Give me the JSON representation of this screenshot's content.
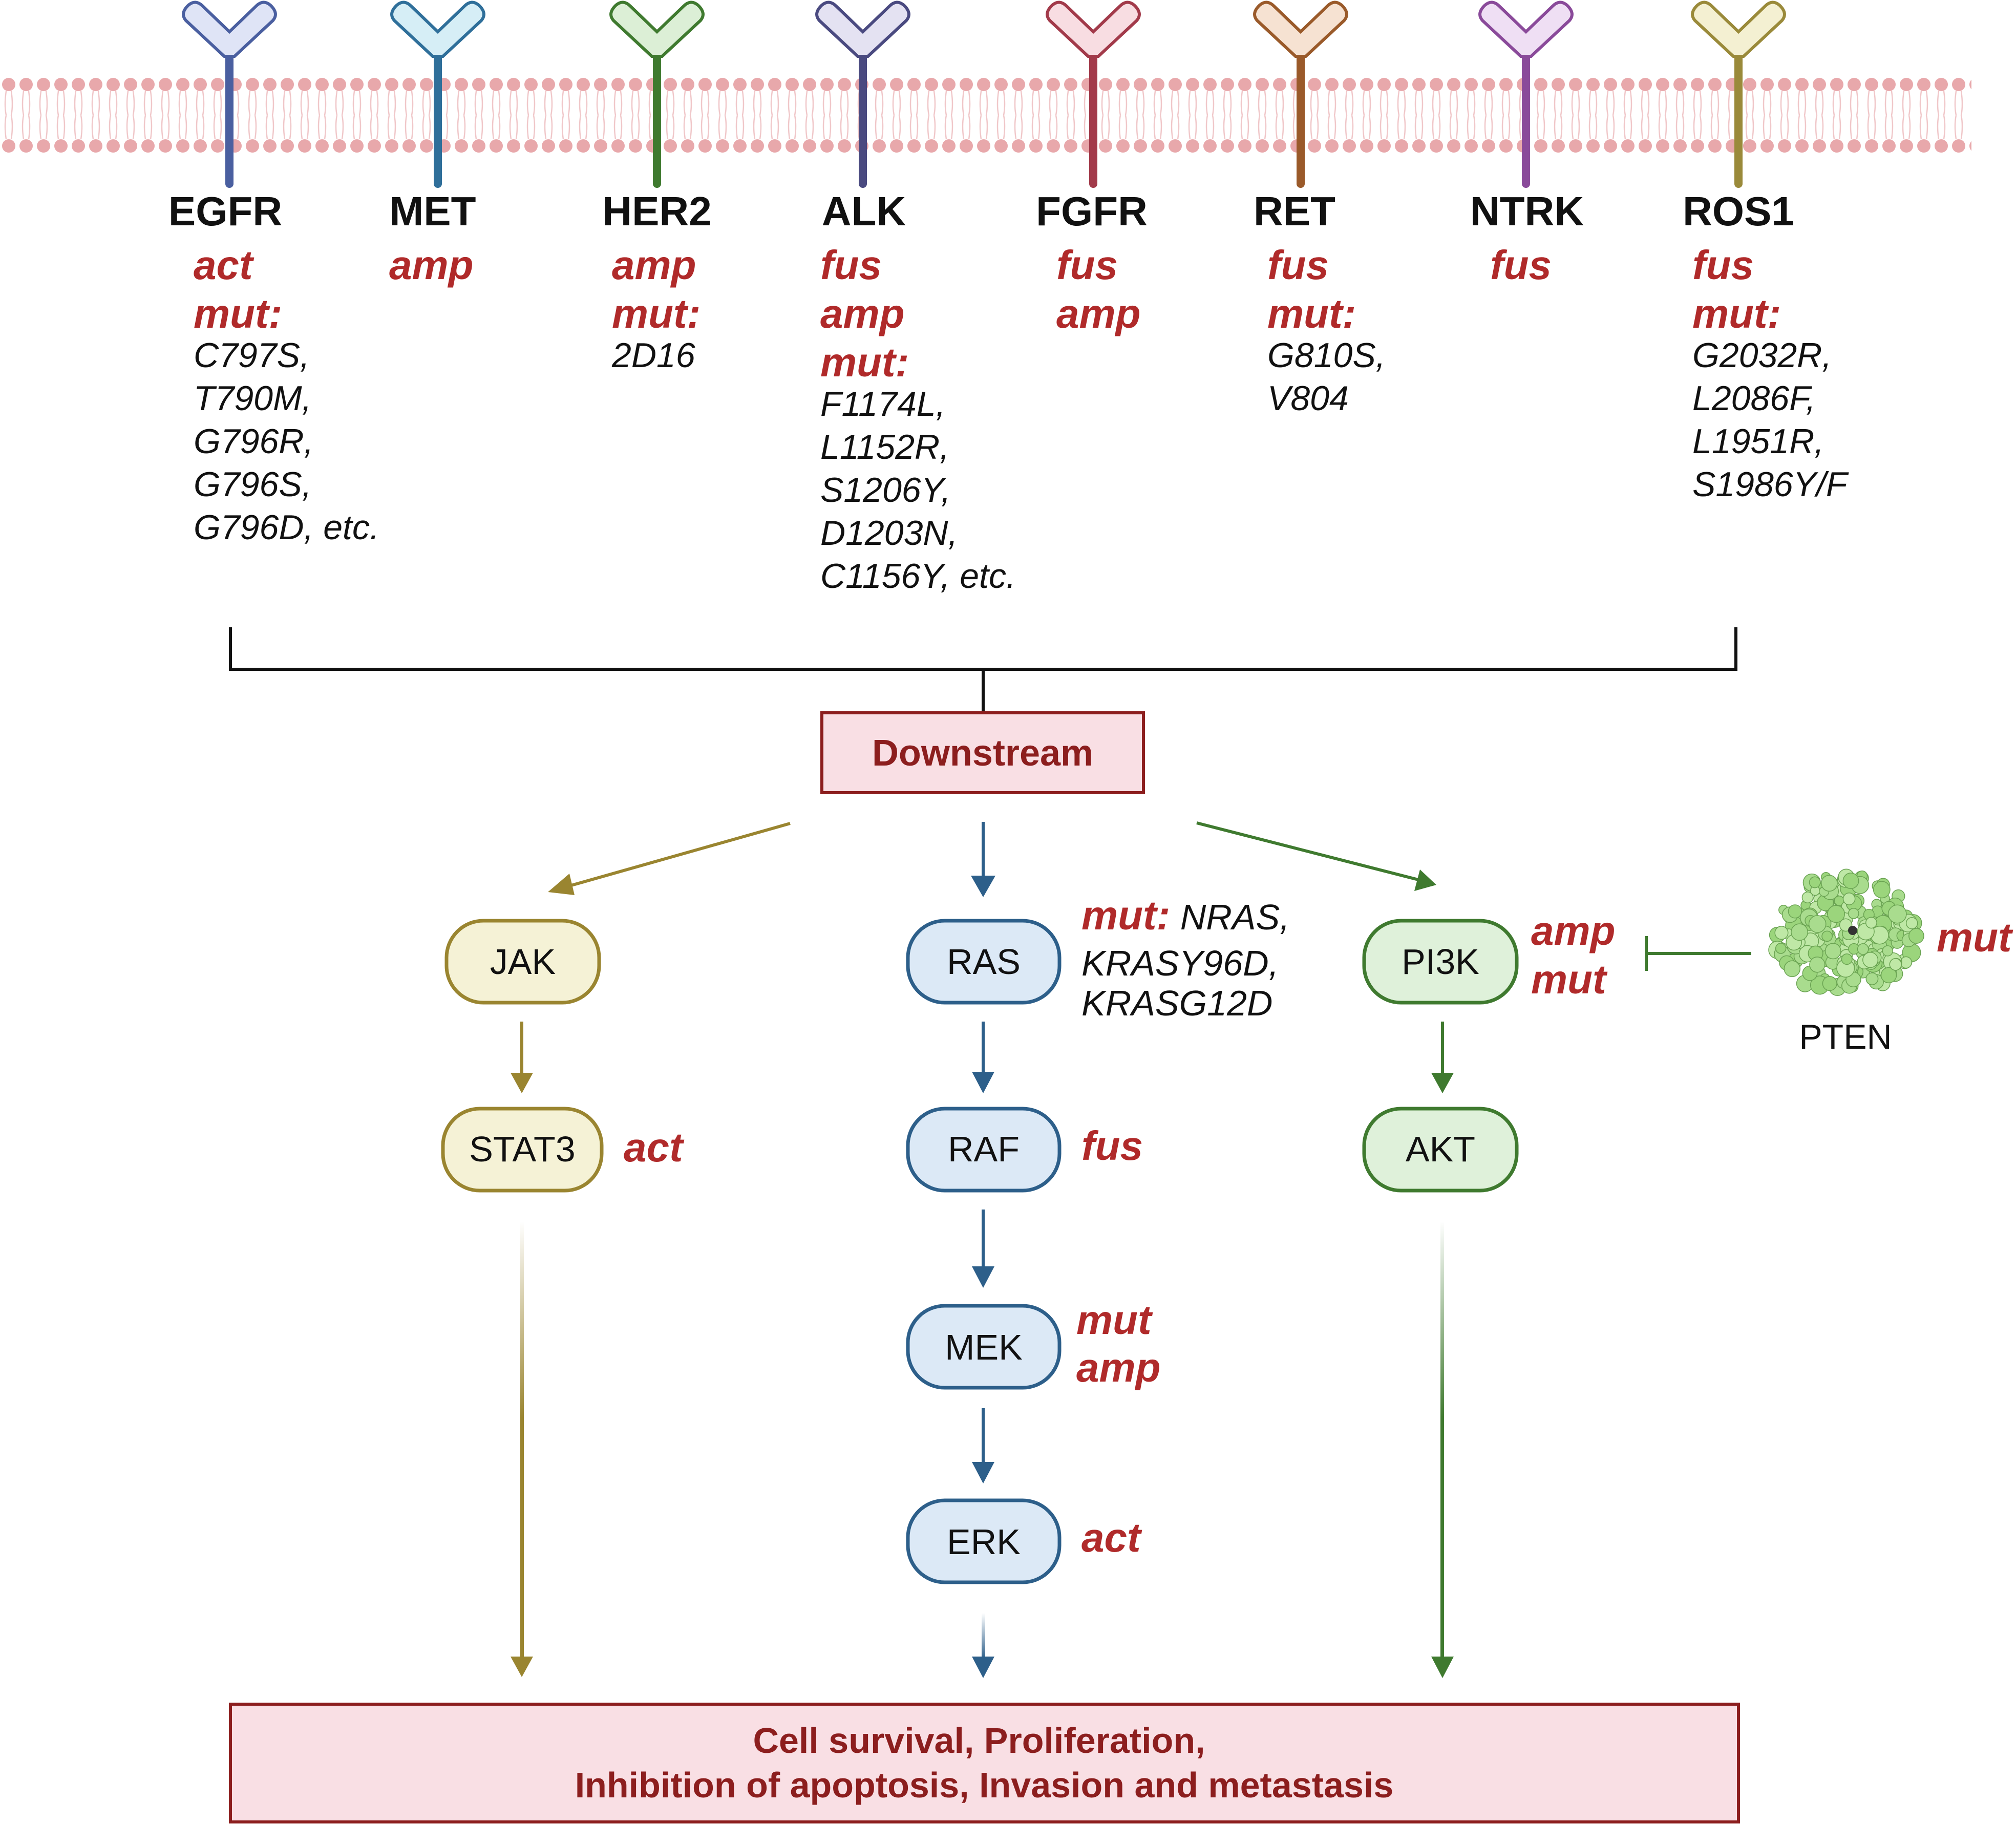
{
  "receptors": [
    {
      "name": "EGFR",
      "color": "#4a5fa0",
      "fill": "#dfe4f6",
      "labels": [
        "act",
        "mut:"
      ],
      "mutations": [
        "C797S,",
        "T790M,",
        "G796R,",
        "G796S,",
        "G796D, etc."
      ]
    },
    {
      "name": "MET",
      "color": "#2f6f9a",
      "fill": "#d6eef6",
      "labels": [
        "amp"
      ],
      "mutations": []
    },
    {
      "name": "HER2",
      "color": "#3f7a2f",
      "fill": "#dcefd6",
      "labels": [
        "amp",
        "mut:"
      ],
      "mutations": [
        "2D16"
      ]
    },
    {
      "name": "ALK",
      "color": "#4a4a80",
      "fill": "#e4e2f2",
      "labels": [
        "fus",
        "amp",
        "mut:"
      ],
      "mutations": [
        "F1174L,",
        "L1152R,",
        "S1206Y,",
        "D1203N,",
        "C1156Y, etc."
      ]
    },
    {
      "name": "FGFR",
      "color": "#a23a4a",
      "fill": "#f8dde2",
      "labels": [
        "fus",
        "amp"
      ],
      "mutations": []
    },
    {
      "name": "RET",
      "color": "#9a5a2a",
      "fill": "#f6e2d2",
      "labels": [
        "fus",
        "mut:"
      ],
      "mutations": [
        "G810S,",
        "V804"
      ]
    },
    {
      "name": "NTRK",
      "color": "#8a4a9a",
      "fill": "#efdff4",
      "labels": [
        "fus"
      ],
      "mutations": []
    },
    {
      "name": "ROS1",
      "color": "#9a8a3a",
      "fill": "#f4f0d2",
      "labels": [
        "fus",
        "mut:"
      ],
      "mutations": [
        "G2032R,",
        "L2086F,",
        "L1951R,",
        "S1986Y/F"
      ]
    }
  ],
  "downstream": "Downstream",
  "pathways": {
    "jak": {
      "label": "JAK",
      "color": "#9a8530",
      "fill": "#f5f2d6"
    },
    "stat3": {
      "label": "STAT3",
      "color": "#9a8530",
      "fill": "#f5f2d6",
      "annot": "act"
    },
    "ras": {
      "label": "RAS",
      "color": "#2d5f8a",
      "fill": "#dce9f6",
      "annot_red": "mut:",
      "annot_lines": [
        " NRAS,",
        "KRASY96D,",
        "KRASG12D"
      ]
    },
    "raf": {
      "label": "RAF",
      "color": "#2d5f8a",
      "fill": "#dce9f6",
      "annot": "fus"
    },
    "mek": {
      "label": "MEK",
      "color": "#2d5f8a",
      "fill": "#dce9f6",
      "annot_lines": [
        "mut",
        "amp"
      ]
    },
    "erk": {
      "label": "ERK",
      "color": "#2d5f8a",
      "fill": "#dce9f6",
      "annot": "act"
    },
    "pi3k": {
      "label": "PI3K",
      "color": "#3f7a2f",
      "fill": "#dff1da",
      "annot_lines": [
        "amp",
        "mut"
      ]
    },
    "akt": {
      "label": "AKT",
      "color": "#3f7a2f",
      "fill": "#dff1da"
    },
    "pten": {
      "label": "PTEN",
      "annot": "mut"
    }
  },
  "outcome": {
    "lines": [
      "Cell survival, Proliferation,",
      "Inhibition of apoptosis, Invasion and metastasis"
    ]
  },
  "colors": {
    "membrane": "#e3a5a8",
    "box_border": "#8c1e1e",
    "box_fill": "#f9dfe4",
    "annotation_red": "#b02a2a"
  }
}
